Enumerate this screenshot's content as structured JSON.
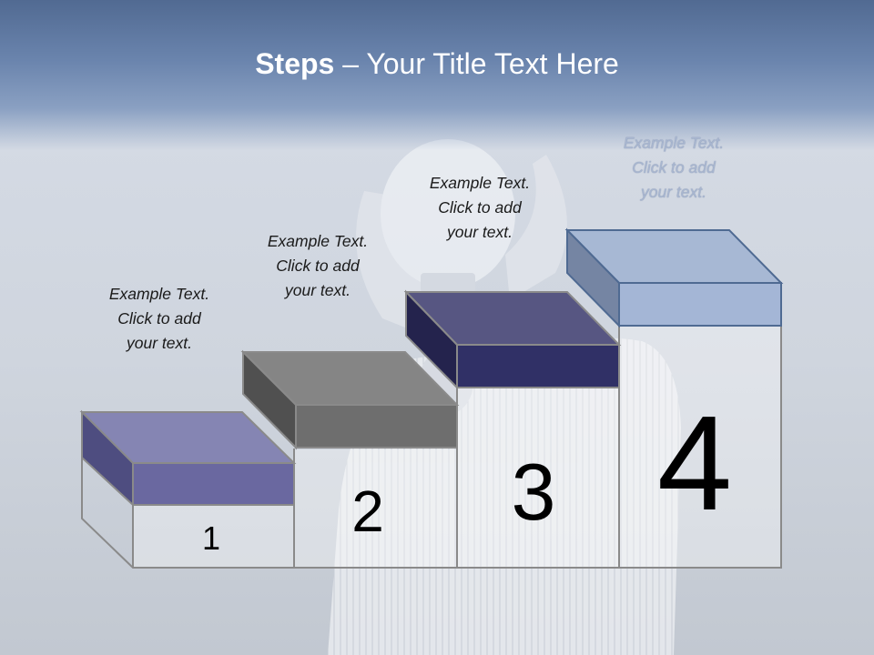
{
  "title": {
    "bold": "Steps",
    "rest": " – Your Title Text Here"
  },
  "steps": [
    {
      "number": "1",
      "caption": [
        "Example Text.",
        "Click  to add",
        "your text."
      ],
      "color": "#6a68a0"
    },
    {
      "number": "2",
      "caption": [
        "Example Text.",
        "Click  to add",
        "your text."
      ],
      "color": "#6e6e6e"
    },
    {
      "number": "3",
      "caption": [
        "Example Text.",
        "Click  to add",
        "your text."
      ],
      "color": "#303066"
    },
    {
      "number": "4",
      "caption": [
        "Example Text.",
        "Click  to add",
        "your text."
      ],
      "color": "#a4b6d6"
    }
  ],
  "colors": {
    "title_band": "#5a7099",
    "background": "#cfd5de",
    "outline": "#8a8a8a"
  },
  "background_image": "person-holding-lightbulb-photo"
}
